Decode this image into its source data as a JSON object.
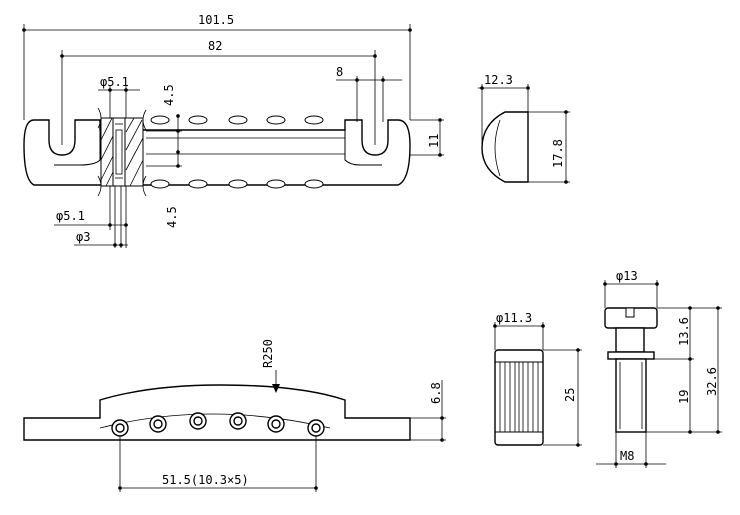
{
  "dimensions": {
    "overall_length": "101.5",
    "post_spacing": "82",
    "post_slot_width": "8",
    "hole_dia_top": "φ5.1",
    "hole_offset_top": "4.5",
    "hole_offset_bottom": "4.5",
    "height_right": "11",
    "hole_dia_bottom": "φ5.1",
    "screw_dia": "φ3",
    "end_width": "12.3",
    "end_height": "17.8",
    "radius": "R250",
    "front_height": "6.8",
    "saddle_spacing": "51.5(10.3×5)",
    "stud_dia": "φ11.3",
    "stud_length": "25",
    "post_head_dia": "φ13",
    "post_upper": "13.6",
    "post_total": "32.6",
    "post_lower": "19",
    "thread": "M8"
  }
}
